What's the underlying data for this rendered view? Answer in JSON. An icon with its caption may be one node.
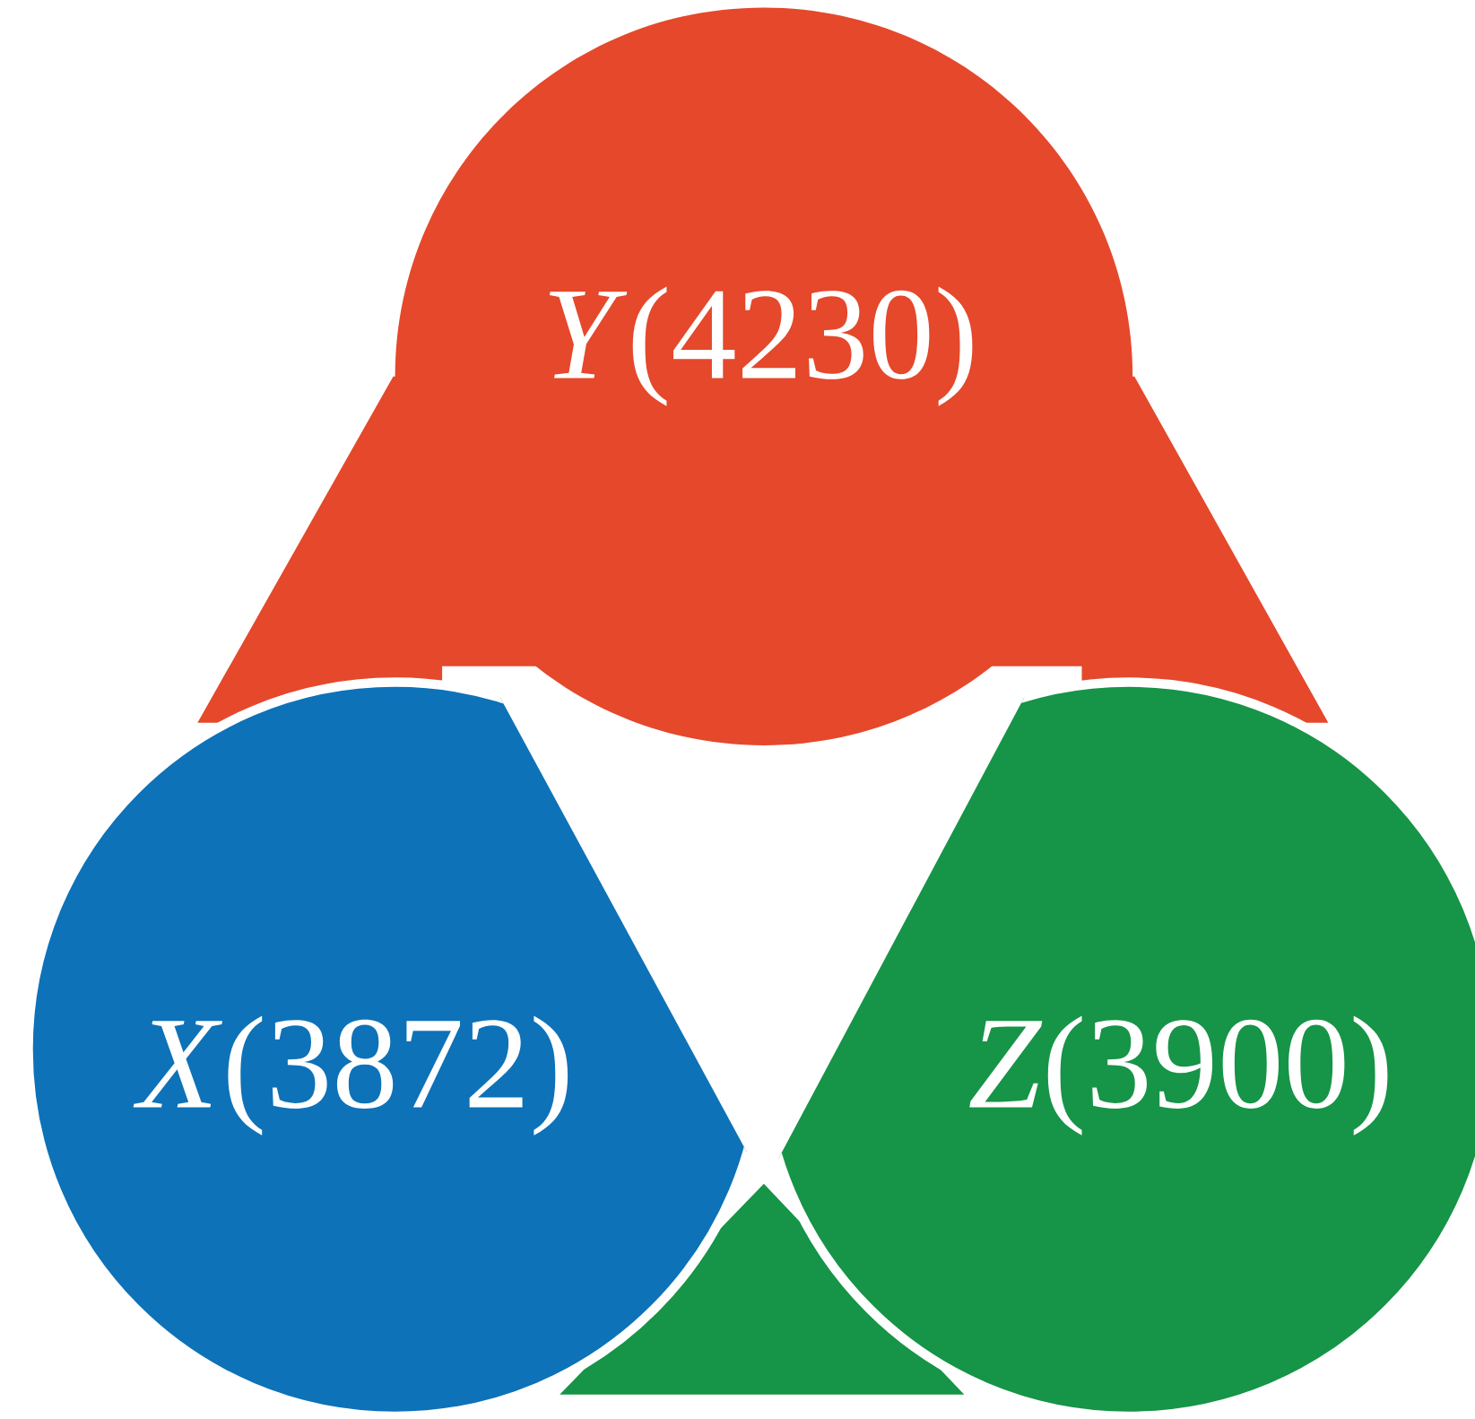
{
  "diagram": {
    "nodes": [
      {
        "text": [
          "*Y*(4230)"
        ]
      },
      {
        "text": [
          "*X*(3872)"
        ]
      },
      {
        "text": [
          "*Z*(3900)"
        ]
      }
    ]
  }
}
